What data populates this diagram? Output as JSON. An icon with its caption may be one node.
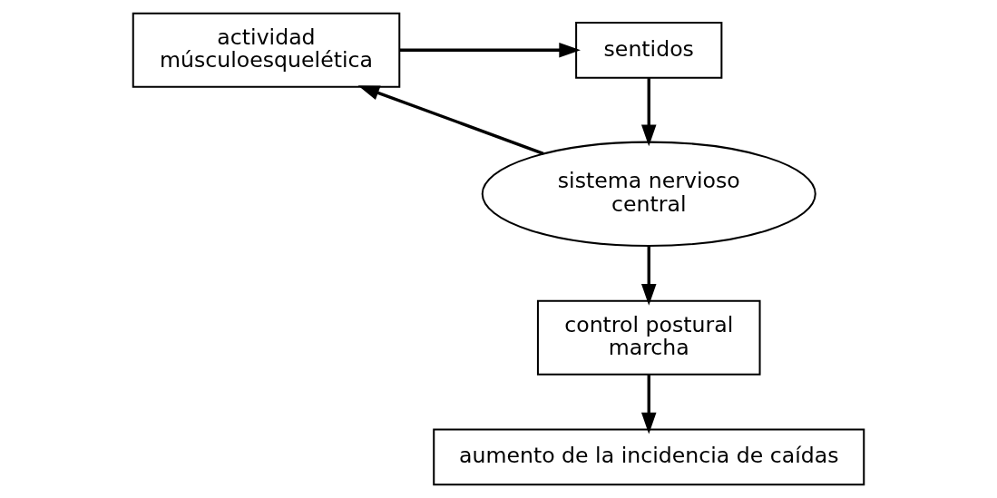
{
  "diagram": {
    "nodes": [
      {
        "text": [
          "actividad músculoesquelética"
        ]
      },
      {
        "text": [
          "sentidos"
        ]
      },
      {
        "text": [
          "sistema nervioso central"
        ]
      },
      {
        "text": [
          "control postural marcha"
        ]
      },
      {
        "text": [
          "aumento de la incidencia de caídas"
        ]
      }
    ],
    "edges": [
      {
        "from": 0,
        "to": 1,
        "arrow": "to"
      },
      {
        "from": 1,
        "to": 2,
        "arrow": "to"
      },
      {
        "from": 2,
        "to": 0,
        "arrow": "to"
      },
      {
        "from": 2,
        "to": 3,
        "arrow": "to"
      },
      {
        "from": 3,
        "to": 4,
        "arrow": "to"
      }
    ]
  }
}
